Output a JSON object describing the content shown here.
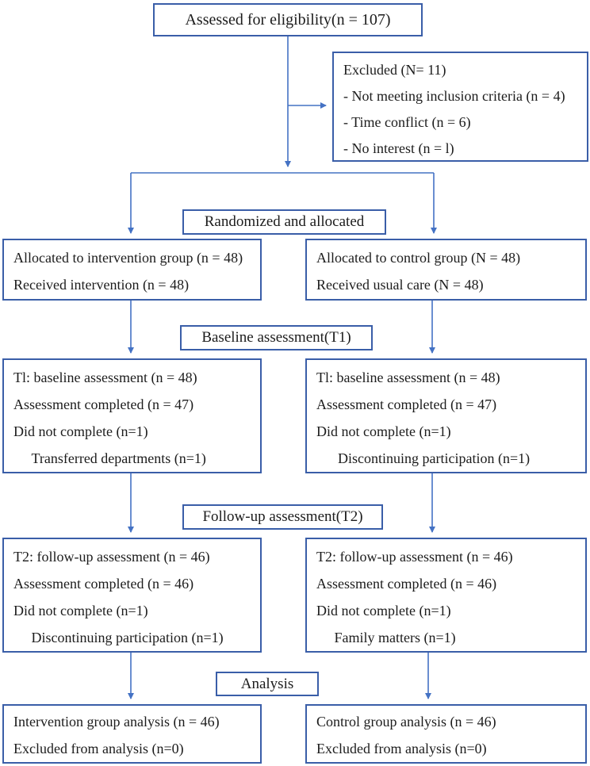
{
  "colors": {
    "border": "#3A5EA8",
    "arrow": "#4472C4",
    "text": "#1C1C1C",
    "background": "#FFFFFF"
  },
  "boxes": {
    "assessed": {
      "lines": [
        "Assessed for eligibility(n = 107)"
      ]
    },
    "excluded": {
      "lines": [
        "Excluded (N= 11)",
        "- Not meeting inclusion criteria (n = 4)",
        "- Time conflict (n = 6)",
        "- No interest (n = l)"
      ]
    },
    "randomized_label": {
      "label": "Randomized and allocated"
    },
    "allocation_intervention": {
      "lines": [
        "Allocated to intervention group (n = 48)",
        "Received intervention (n = 48)"
      ]
    },
    "allocation_control": {
      "lines": [
        "Allocated to control group (N = 48)",
        "Received usual care (N = 48)"
      ]
    },
    "baseline_label": {
      "label": "Baseline assessment(T1)"
    },
    "baseline_intervention": {
      "lines": [
        "Tl: baseline assessment (n = 48)",
        "Assessment completed (n = 47)",
        "Did not complete (n=1)",
        "     Transferred departments (n=1)"
      ]
    },
    "baseline_control": {
      "lines": [
        "Tl: baseline assessment (n = 48)",
        "Assessment completed (n = 47)",
        "Did not complete (n=1)",
        "      Discontinuing participation (n=1)"
      ]
    },
    "followup_label": {
      "label": "Follow-up assessment(T2)"
    },
    "followup_intervention": {
      "lines": [
        "T2: follow-up assessment (n = 46)",
        "Assessment completed (n = 46)",
        "Did not complete (n=1)",
        "     Discontinuing participation (n=1)"
      ]
    },
    "followup_control": {
      "lines": [
        "T2: follow-up assessment (n = 46)",
        "Assessment completed (n = 46)",
        "Did not complete (n=1)",
        "     Family matters (n=1)"
      ]
    },
    "analysis_label": {
      "label": "Analysis"
    },
    "analysis_intervention": {
      "lines": [
        "Intervention group analysis (n = 46)",
        "Excluded from analysis (n=0)"
      ]
    },
    "analysis_control": {
      "lines": [
        "Control group analysis (n = 46)",
        "Excluded from analysis (n=0)"
      ]
    }
  }
}
